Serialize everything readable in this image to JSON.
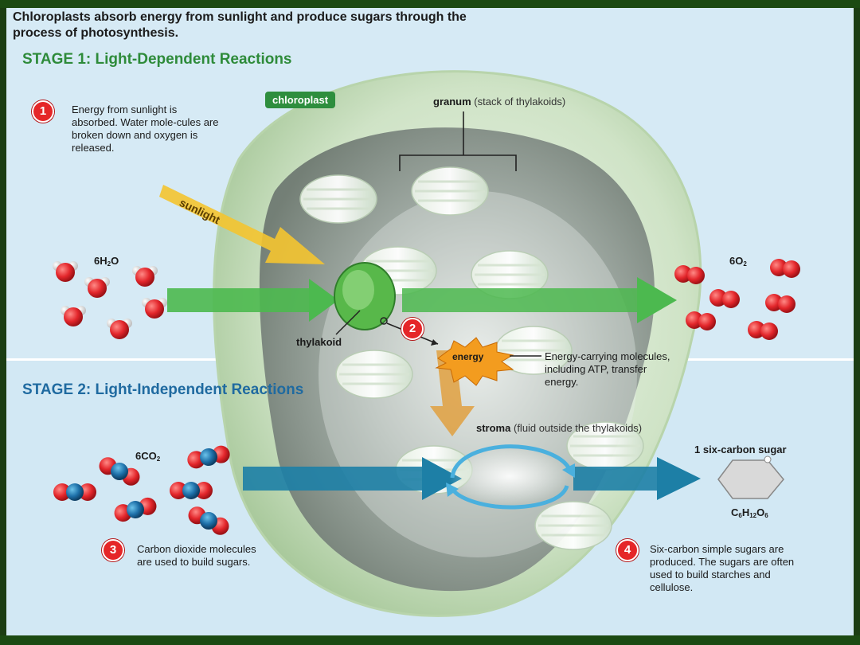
{
  "header": {
    "title": "Chloroplasts absorb energy from sunlight and produce sugars through the process of photosynthesis."
  },
  "stage1": {
    "title": "STAGE 1: Light-Dependent Reactions",
    "step1_num": "1",
    "step1_text": "Energy from sunlight is absorbed. Water mole-cules are broken down and oxygen is released.",
    "step2_num": "2"
  },
  "stage2": {
    "title": "STAGE 2: Light-Independent Reactions",
    "step3_num": "3",
    "step3_text": "Carbon dioxide molecules are used to build sugars.",
    "step4_num": "4",
    "step4_text": "Six-carbon simple sugars are produced. The sugars are often used to build starches and cellulose."
  },
  "labels": {
    "chloroplast": "chloroplast",
    "granum": "granum",
    "granum_note": "(stack of thylakoids)",
    "sunlight": "sunlight",
    "water_prefix": "6H",
    "water_sub": "2",
    "water_suffix": "O",
    "oxygen_prefix": "6O",
    "oxygen_sub": "2",
    "thylakoid": "thylakoid",
    "energy": "energy",
    "energy_carrying": "Energy-carrying molecules, including ATP, transfer energy.",
    "stroma": "stroma",
    "stroma_note": "(fluid outside the thylakoids)",
    "co2_prefix": "6CO",
    "co2_sub": "2",
    "sugar_label": "1 six-carbon sugar",
    "glucose_c": "C",
    "glucose_c_sub": "6",
    "glucose_h": "H",
    "glucose_h_sub": "12",
    "glucose_o": "O",
    "glucose_o_sub": "6"
  },
  "colors": {
    "stage1": "#2e8b3a",
    "stage2": "#1f6aa0",
    "step_badge": "#e52628",
    "green_arrow": "#4cb94f",
    "blue_arrow": "#1d7fa6",
    "sunlight_arrow": "#f4c430",
    "energy_arrow": "#e0a040"
  },
  "icons": [
    "water-molecule-icon",
    "oxygen-molecule-icon",
    "co2-molecule-icon",
    "hexagon-sugar-icon",
    "calvin-cycle-icon",
    "energy-burst-icon"
  ]
}
